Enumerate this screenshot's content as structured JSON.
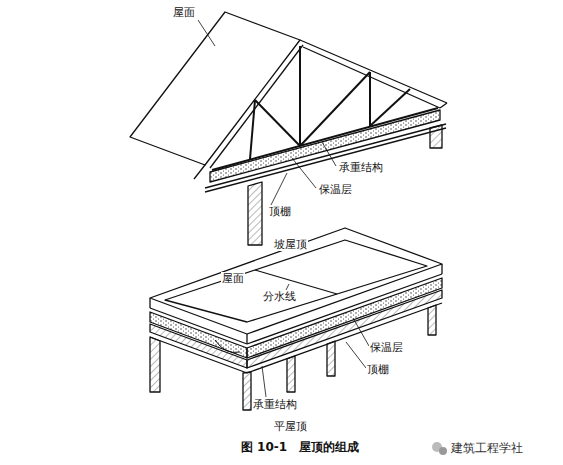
{
  "diagram": {
    "caption": "图 10-1　屋顶的组成",
    "labels": [
      "屋面",
      "承重结构",
      "保温层",
      "顶棚",
      "坡屋顶",
      "屋面",
      "分水线",
      "保温层",
      "顶棚",
      "承重结构",
      "平屋顶",
      "建筑工程学社"
    ]
  }
}
